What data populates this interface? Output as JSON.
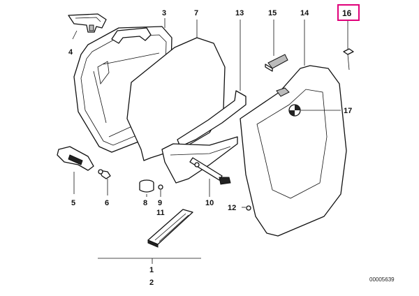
{
  "callouts": {
    "c1": "1",
    "c2": "2",
    "c3": "3",
    "c4": "4",
    "c5": "5",
    "c6": "6",
    "c7": "7",
    "c8": "8",
    "c9": "9",
    "c10": "10",
    "c11": "11",
    "c12": "12",
    "c13": "13",
    "c14": "14",
    "c15": "15",
    "c16": "16",
    "c17": "17"
  },
  "highlighted_callout": "16",
  "highlight_color": "#e0007a",
  "doc_id": "00005639",
  "icons": [
    "bmw-logo-icon"
  ]
}
